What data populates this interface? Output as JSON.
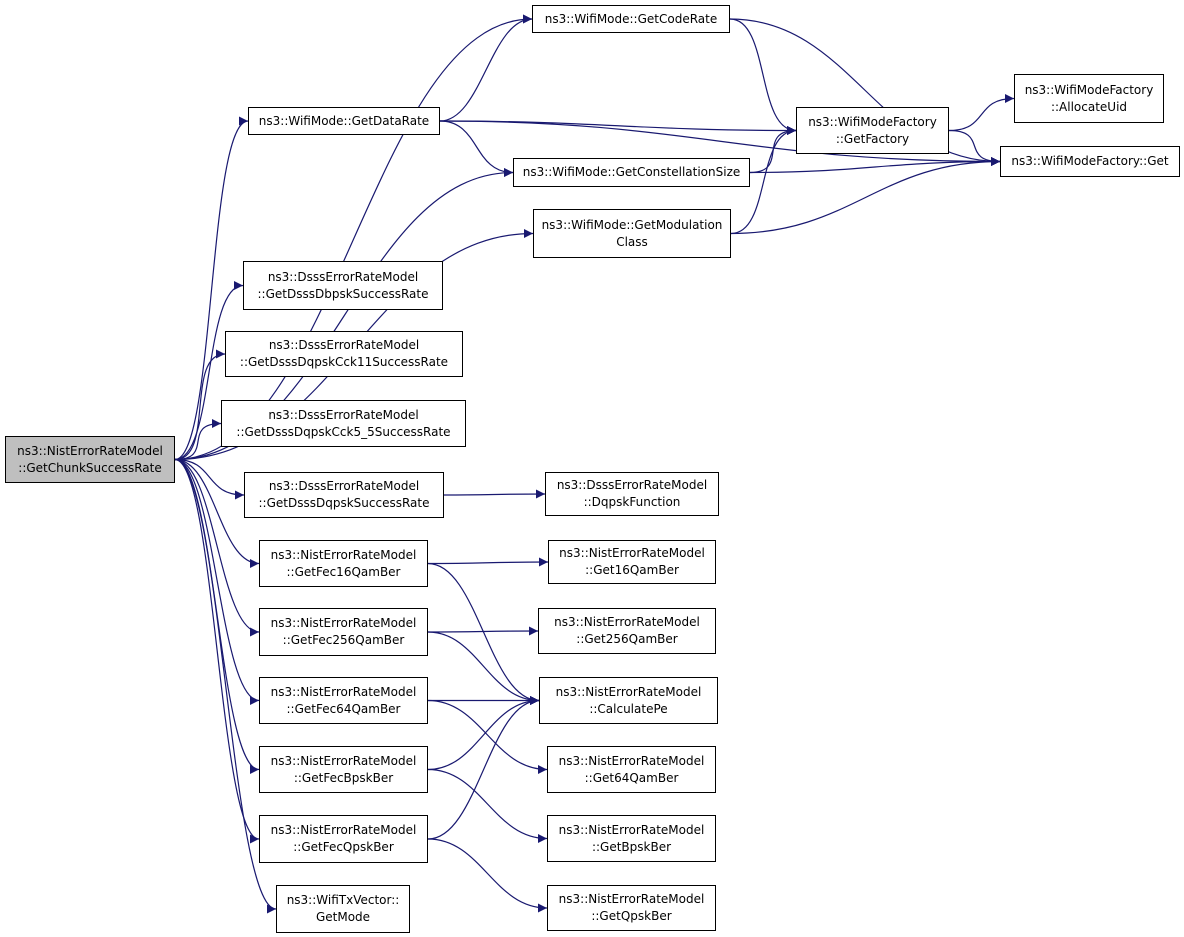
{
  "colors": {
    "edge": "#191970",
    "node_border": "#000000",
    "root_fill": "#bfbfbf"
  },
  "nodes": [
    {
      "id": "root",
      "lines": [
        "ns3::NistErrorRateModel",
        "::GetChunkSuccessRate"
      ]
    },
    {
      "id": "getCodeRate",
      "lines": [
        "ns3::WifiMode::GetCodeRate"
      ]
    },
    {
      "id": "getDataRate",
      "lines": [
        "ns3::WifiMode::GetDataRate"
      ]
    },
    {
      "id": "getConstellationSize",
      "lines": [
        "ns3::WifiMode::GetConstellationSize"
      ]
    },
    {
      "id": "getModulationClass",
      "lines": [
        "ns3::WifiMode::GetModulation",
        "Class"
      ]
    },
    {
      "id": "getFactory",
      "lines": [
        "ns3::WifiModeFactory",
        "::GetFactory"
      ]
    },
    {
      "id": "allocateUid",
      "lines": [
        "ns3::WifiModeFactory",
        "::AllocateUid"
      ]
    },
    {
      "id": "factoryGet",
      "lines": [
        "ns3::WifiModeFactory::Get"
      ]
    },
    {
      "id": "dbpsk",
      "lines": [
        "ns3::DsssErrorRateModel",
        "::GetDsssDbpskSuccessRate"
      ]
    },
    {
      "id": "cck11",
      "lines": [
        "ns3::DsssErrorRateModel",
        "::GetDsssDqpskCck11SuccessRate"
      ]
    },
    {
      "id": "cck55",
      "lines": [
        "ns3::DsssErrorRateModel",
        "::GetDsssDqpskCck5_5SuccessRate"
      ]
    },
    {
      "id": "dqpsk",
      "lines": [
        "ns3::DsssErrorRateModel",
        "::GetDsssDqpskSuccessRate"
      ]
    },
    {
      "id": "dqpskFunction",
      "lines": [
        "ns3::DsssErrorRateModel",
        "::DqpskFunction"
      ]
    },
    {
      "id": "fec16",
      "lines": [
        "ns3::NistErrorRateModel",
        "::GetFec16QamBer"
      ]
    },
    {
      "id": "fec256",
      "lines": [
        "ns3::NistErrorRateModel",
        "::GetFec256QamBer"
      ]
    },
    {
      "id": "fec64",
      "lines": [
        "ns3::NistErrorRateModel",
        "::GetFec64QamBer"
      ]
    },
    {
      "id": "fecBpsk",
      "lines": [
        "ns3::NistErrorRateModel",
        "::GetFecBpskBer"
      ]
    },
    {
      "id": "fecQpsk",
      "lines": [
        "ns3::NistErrorRateModel",
        "::GetFecQpskBer"
      ]
    },
    {
      "id": "getMode",
      "lines": [
        "ns3::WifiTxVector::",
        "GetMode"
      ]
    },
    {
      "id": "get16",
      "lines": [
        "ns3::NistErrorRateModel",
        "::Get16QamBer"
      ]
    },
    {
      "id": "get256",
      "lines": [
        "ns3::NistErrorRateModel",
        "::Get256QamBer"
      ]
    },
    {
      "id": "calculatePe",
      "lines": [
        "ns3::NistErrorRateModel",
        "::CalculatePe"
      ]
    },
    {
      "id": "get64",
      "lines": [
        "ns3::NistErrorRateModel",
        "::Get64QamBer"
      ]
    },
    {
      "id": "getBpsk",
      "lines": [
        "ns3::NistErrorRateModel",
        "::GetBpskBer"
      ]
    },
    {
      "id": "getQpsk",
      "lines": [
        "ns3::NistErrorRateModel",
        "::GetQpskBer"
      ]
    }
  ],
  "edges": [
    [
      "root",
      "getCodeRate"
    ],
    [
      "root",
      "getDataRate"
    ],
    [
      "root",
      "getConstellationSize"
    ],
    [
      "root",
      "getModulationClass"
    ],
    [
      "root",
      "dbpsk"
    ],
    [
      "root",
      "cck11"
    ],
    [
      "root",
      "cck55"
    ],
    [
      "root",
      "dqpsk"
    ],
    [
      "root",
      "fec16"
    ],
    [
      "root",
      "fec256"
    ],
    [
      "root",
      "fec64"
    ],
    [
      "root",
      "fecBpsk"
    ],
    [
      "root",
      "fecQpsk"
    ],
    [
      "root",
      "getMode"
    ],
    [
      "getCodeRate",
      "getFactory"
    ],
    [
      "getCodeRate",
      "factoryGet"
    ],
    [
      "getDataRate",
      "getCodeRate"
    ],
    [
      "getDataRate",
      "factoryGet"
    ],
    [
      "getDataRate",
      "getFactory"
    ],
    [
      "getDataRate",
      "getConstellationSize"
    ],
    [
      "getConstellationSize",
      "getFactory"
    ],
    [
      "getConstellationSize",
      "factoryGet"
    ],
    [
      "getModulationClass",
      "getFactory"
    ],
    [
      "getModulationClass",
      "factoryGet"
    ],
    [
      "getFactory",
      "allocateUid"
    ],
    [
      "getFactory",
      "factoryGet"
    ],
    [
      "dqpsk",
      "dqpskFunction"
    ],
    [
      "fec16",
      "get16"
    ],
    [
      "fec16",
      "calculatePe"
    ],
    [
      "fec256",
      "get256"
    ],
    [
      "fec256",
      "calculatePe"
    ],
    [
      "fec64",
      "calculatePe"
    ],
    [
      "fec64",
      "get64"
    ],
    [
      "fecBpsk",
      "calculatePe"
    ],
    [
      "fecBpsk",
      "getBpsk"
    ],
    [
      "fecQpsk",
      "calculatePe"
    ],
    [
      "fecQpsk",
      "getQpsk"
    ]
  ]
}
